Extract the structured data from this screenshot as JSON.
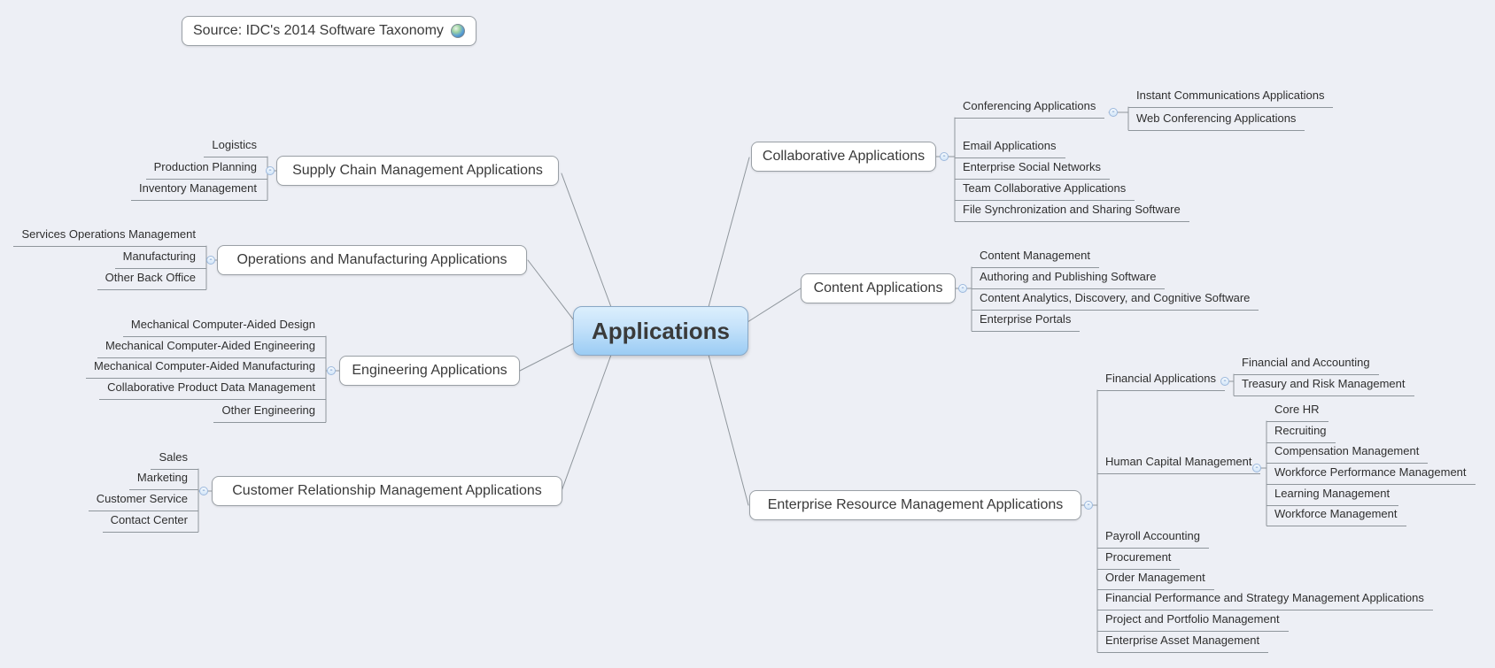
{
  "source_note": {
    "label": "Source: IDC's 2014 Software Taxonomy",
    "icon": "globe-icon"
  },
  "root": {
    "label": "Applications"
  },
  "icons": {
    "collapse": "minus-circle-icon",
    "globe": "globe-icon"
  },
  "branches": [
    {
      "label": "Supply Chain Management Applications",
      "children": [
        {
          "label": "Logistics"
        },
        {
          "label": "Production Planning"
        },
        {
          "label": "Inventory Management"
        }
      ]
    },
    {
      "label": "Operations and Manufacturing Applications",
      "children": [
        {
          "label": "Services Operations Management"
        },
        {
          "label": "Manufacturing"
        },
        {
          "label": "Other Back Office"
        }
      ]
    },
    {
      "label": "Engineering Applications",
      "children": [
        {
          "label": "Mechanical Computer-Aided Design"
        },
        {
          "label": "Mechanical Computer-Aided Engineering"
        },
        {
          "label": "Mechanical Computer-Aided Manufacturing"
        },
        {
          "label": "Collaborative Product Data Management"
        },
        {
          "label": "Other Engineering"
        }
      ]
    },
    {
      "label": "Customer Relationship Management Applications",
      "children": [
        {
          "label": "Sales"
        },
        {
          "label": "Marketing"
        },
        {
          "label": "Customer Service"
        },
        {
          "label": "Contact Center"
        }
      ]
    },
    {
      "label": "Collaborative Applications",
      "children": [
        {
          "label": "Conferencing Applications",
          "children": [
            {
              "label": "Instant Communications Applications"
            },
            {
              "label": "Web Conferencing Applications"
            }
          ]
        },
        {
          "label": "Email Applications"
        },
        {
          "label": "Enterprise Social Networks"
        },
        {
          "label": "Team Collaborative Applications"
        },
        {
          "label": "File Synchronization and Sharing Software"
        }
      ]
    },
    {
      "label": "Content Applications",
      "children": [
        {
          "label": "Content Management"
        },
        {
          "label": "Authoring and Publishing Software"
        },
        {
          "label": "Content Analytics, Discovery, and Cognitive Software"
        },
        {
          "label": "Enterprise Portals"
        }
      ]
    },
    {
      "label": "Enterprise Resource Management Applications",
      "children": [
        {
          "label": "Financial Applications",
          "children": [
            {
              "label": "Financial and Accounting"
            },
            {
              "label": "Treasury and Risk Management"
            }
          ]
        },
        {
          "label": "Human Capital Management",
          "children": [
            {
              "label": "Core HR"
            },
            {
              "label": "Recruiting"
            },
            {
              "label": "Compensation Management"
            },
            {
              "label": "Workforce Performance Management"
            },
            {
              "label": "Learning Management"
            },
            {
              "label": "Workforce Management"
            }
          ]
        },
        {
          "label": "Payroll Accounting"
        },
        {
          "label": "Procurement"
        },
        {
          "label": "Order Management"
        },
        {
          "label": "Financial Performance and Strategy Management Applications"
        },
        {
          "label": "Project and Portfolio Management"
        },
        {
          "label": "Enterprise Asset Management"
        }
      ]
    }
  ]
}
